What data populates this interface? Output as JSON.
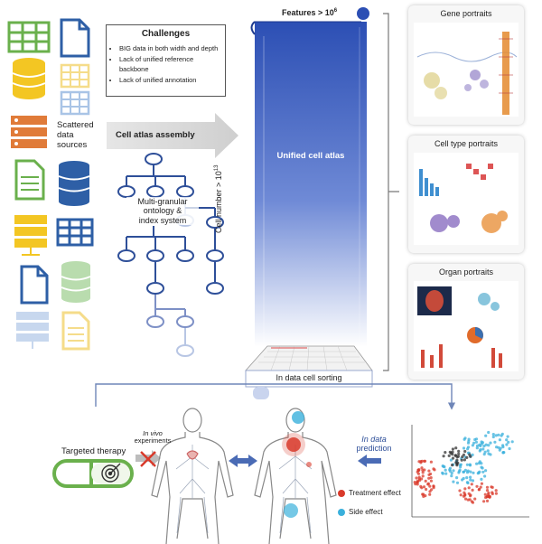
{
  "challenges": {
    "title": "Challenges",
    "items": [
      "BIG data in both width and depth",
      "Lack of unified reference backbone",
      "Lack of unified annotation"
    ]
  },
  "sources": {
    "label_line1": "Scattered",
    "label_line2": "data",
    "label_line3": "sources"
  },
  "assembly": {
    "label": "Cell atlas assembly"
  },
  "ontology": {
    "line1": "Multi-granular",
    "line2": "ontology &",
    "line3": "index system"
  },
  "atlas": {
    "features_label": "Features > 10",
    "features_exp": "6",
    "cellnumber_label": "Cell number > 10",
    "cellnumber_exp": "13",
    "title": "Unified cell atlas",
    "sorting_label": "In data cell sorting"
  },
  "portraits": {
    "gene": "Gene portraits",
    "celltype": "Cell type portraits",
    "organ": "Organ portraits"
  },
  "bottom": {
    "targeted_therapy": "Targeted therapy",
    "invivo_line1": "In vivo",
    "invivo_line2": "experiments",
    "indata_line1": "In data",
    "indata_line2": "prediction",
    "treatment_effect": "Treatment effect",
    "side_effect": "Side effect"
  },
  "colors": {
    "green": "#6ab04c",
    "yellow": "#f3c623",
    "orange": "#e07b39",
    "blue": "#2e5fa6",
    "pale_blue": "#a9c4e6",
    "atlas_top": "#2c4fb4",
    "treatment": "#d93a2b",
    "side": "#3ab0dc"
  }
}
